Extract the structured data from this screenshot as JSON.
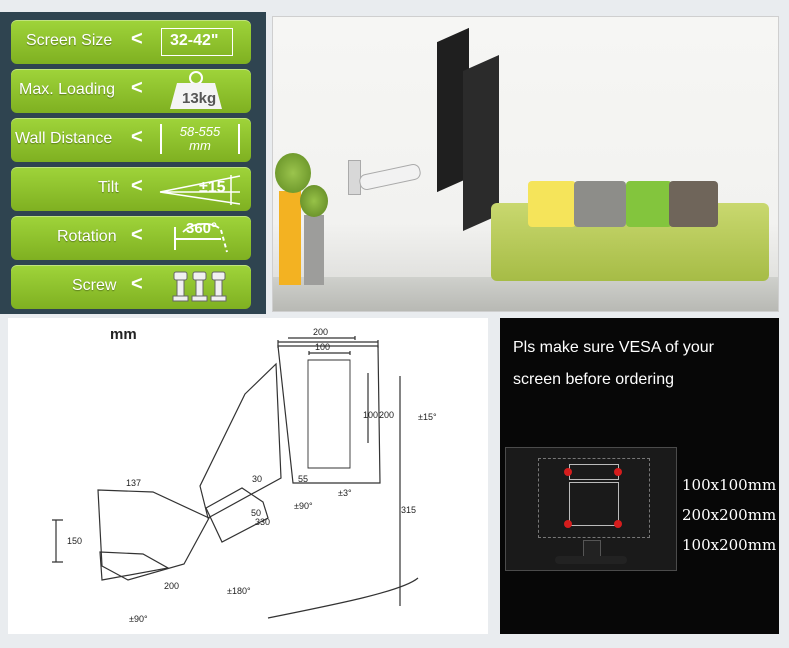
{
  "specs": [
    {
      "label": "Screen Size",
      "value": "32-42\""
    },
    {
      "label": "Max. Loading",
      "value": "13kg"
    },
    {
      "label": "Wall Distance",
      "value": "58-555 mm"
    },
    {
      "label": "Tilt",
      "value": "±15"
    },
    {
      "label": "Rotation",
      "value": "360°"
    },
    {
      "label": "Screw",
      "value": ""
    }
  ],
  "diagram": {
    "unit": "mm",
    "top_200": "200",
    "top_100": "100",
    "v_100": "100",
    "v_200": "200",
    "tilt": "±15°",
    "d137": "137",
    "d55": "55",
    "d150": "150",
    "d30": "30",
    "d50": "50",
    "d330": "330",
    "d90a": "±90°",
    "d3": "±3°",
    "d315": "315",
    "d200": "200",
    "d180": "±180°",
    "d90b": "±90°"
  },
  "vesa": {
    "line1": "Pls make sure VESA of your",
    "line2": "screen before ordering",
    "sizes": [
      "100x100mm",
      "200x200mm",
      "100x200mm"
    ]
  }
}
